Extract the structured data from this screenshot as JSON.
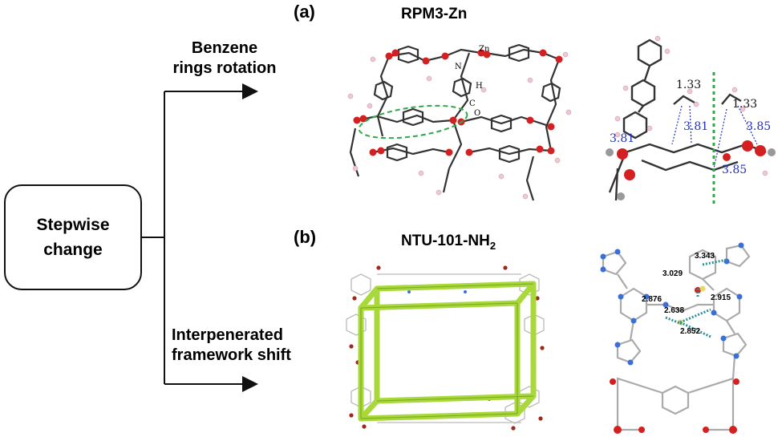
{
  "flow": {
    "box_label_line1": "Stepwise",
    "box_label_line2": "change",
    "upper_label_line1": "Benzene",
    "upper_label_line2": "rings rotation",
    "lower_label_line1": "Interpenerated",
    "lower_label_line2": "framework shift"
  },
  "panel_a": {
    "tag": "(a)",
    "title": "RPM3-Zn",
    "atom_labels": [
      "Zn",
      "N",
      "H",
      "C",
      "O"
    ],
    "distances": {
      "black": [
        "1.33",
        "1.33"
      ],
      "blue": [
        "3.81",
        "3.81",
        "3.85",
        "3.85"
      ]
    }
  },
  "panel_b": {
    "tag": "(b)",
    "title_main": "NTU-101-NH",
    "title_sub": "2",
    "distances": [
      "3.343",
      "3.029",
      "2.876",
      "2.915",
      "2.638",
      "2.852"
    ]
  },
  "colors": {
    "oxygen": "#d42020",
    "hydrogen": "#f0c8d0",
    "carbon": "#333333",
    "nitrogen": "#3a6fd8",
    "frame": "#a8d83a",
    "guide": "#2fa84a",
    "hbond": "#2a8f96",
    "blue_text": "#2230c0"
  }
}
